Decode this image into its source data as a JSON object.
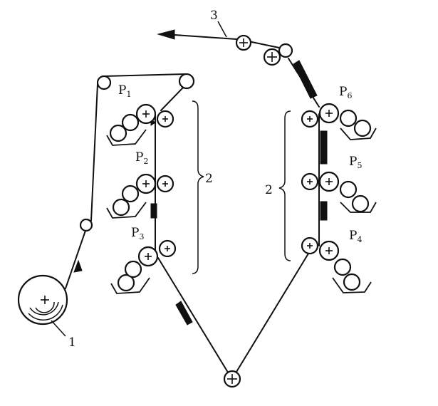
{
  "labels": {
    "supply_roll": "1",
    "guide_bracket_left": "2",
    "guide_bracket_right": "2",
    "web_output": "3"
  },
  "units": [
    {
      "id": "P1",
      "letter": "P",
      "sub": "1"
    },
    {
      "id": "P2",
      "letter": "P",
      "sub": "2"
    },
    {
      "id": "P3",
      "letter": "P",
      "sub": "3"
    },
    {
      "id": "P4",
      "letter": "P",
      "sub": "4"
    },
    {
      "id": "P5",
      "letter": "P",
      "sub": "5"
    },
    {
      "id": "P6",
      "letter": "P",
      "sub": "6"
    }
  ],
  "colors": {
    "ink": "#111111",
    "paper": "#ffffff"
  }
}
